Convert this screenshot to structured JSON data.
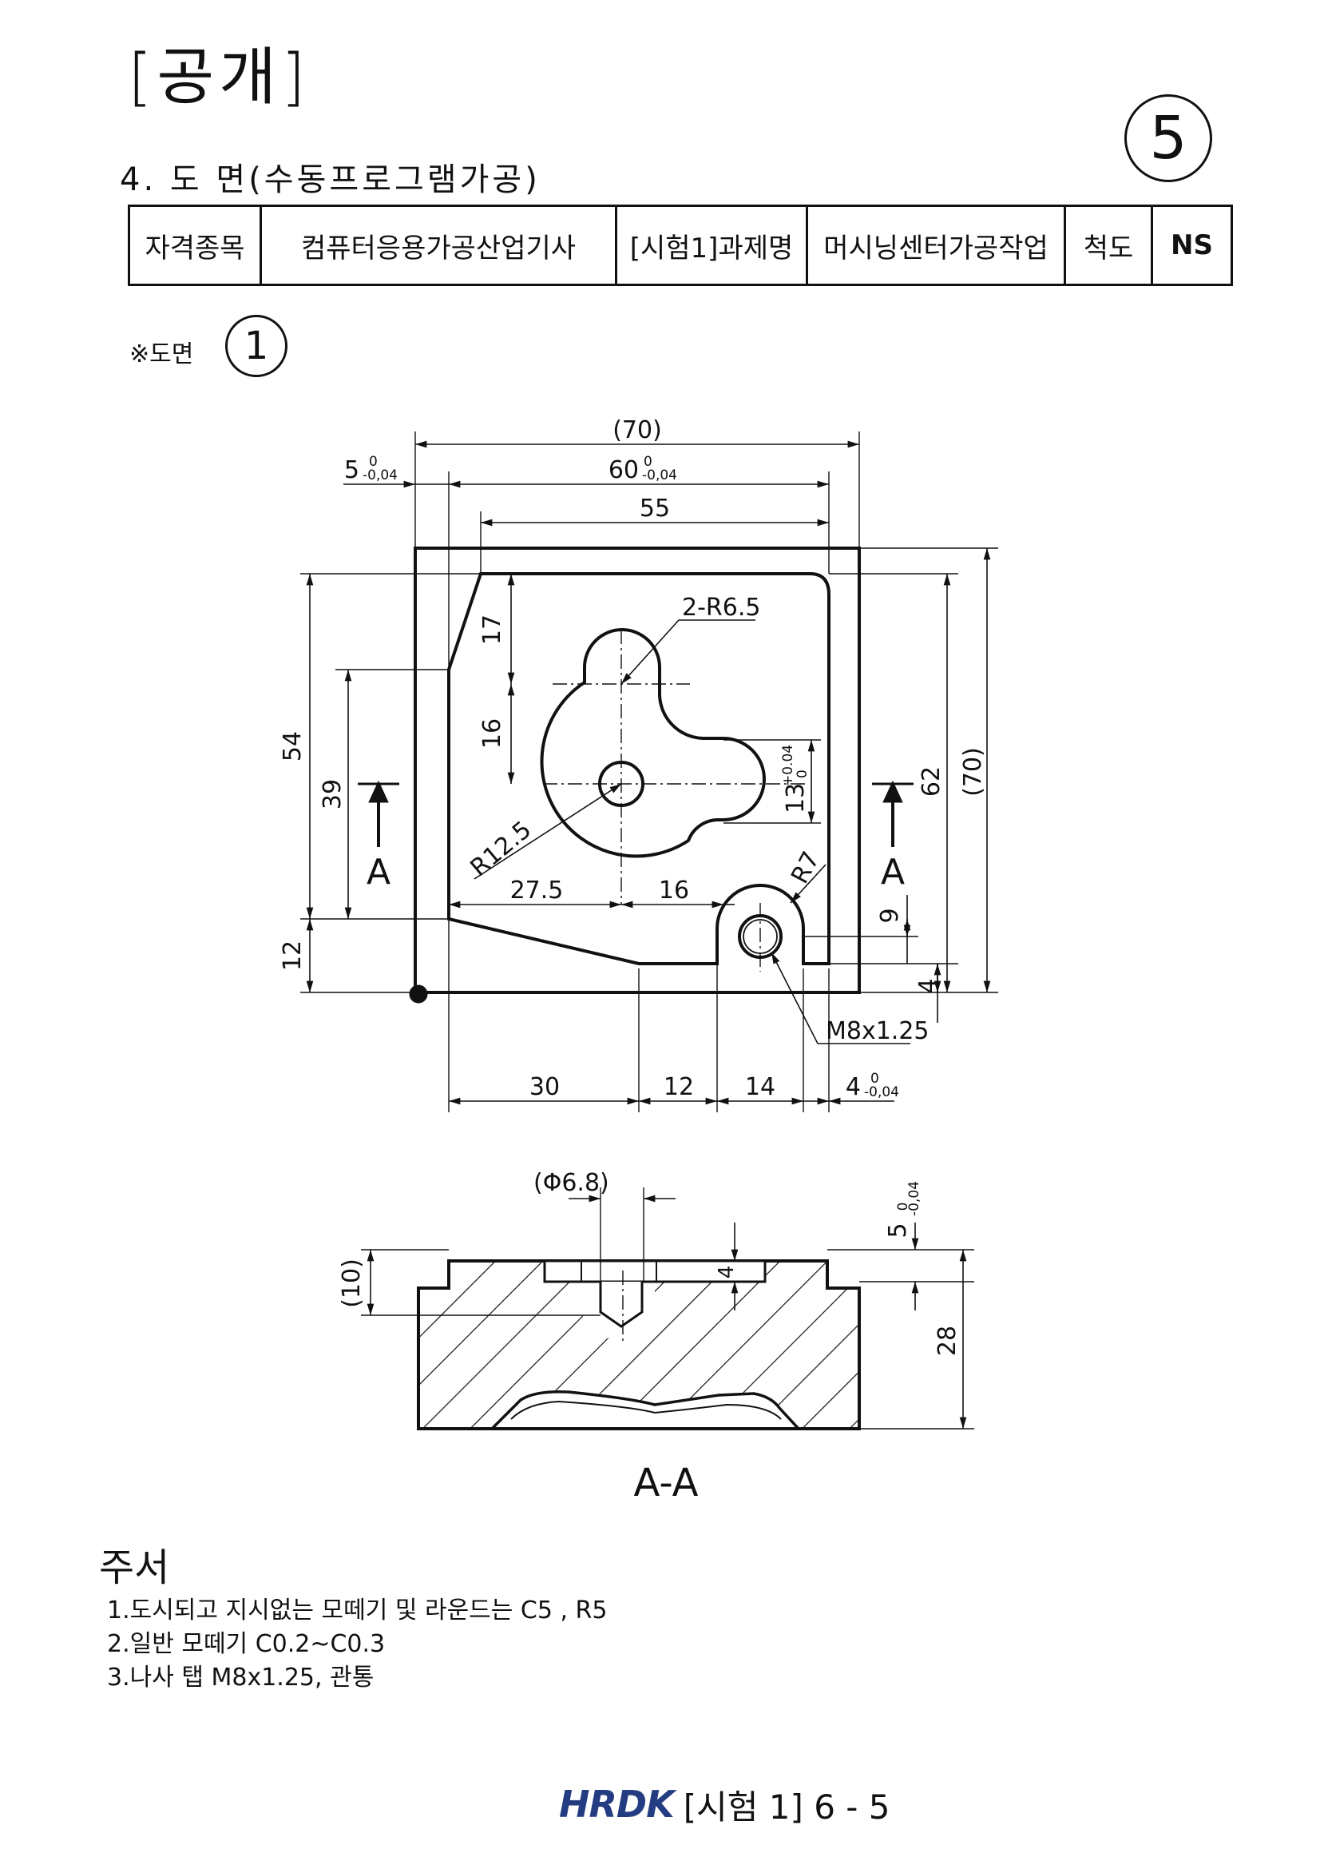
{
  "header": {
    "title": "[공개]",
    "section": "4. 도 면(수동프로그램가공)",
    "page_circle": "5"
  },
  "info_table": {
    "cells": [
      "자격종목",
      "컴퓨터응용가공산업기사",
      "[시험1]과제명",
      "머시닝센터가공작업",
      "척도",
      "NS"
    ]
  },
  "drawing": {
    "label": "※도면",
    "number": "1",
    "plan_dims": {
      "d70_top": "(70)",
      "d60": "60",
      "d60_tol": "-0,04",
      "d60_tol_up": "0",
      "d5": "5",
      "d5_tol": "-0,04",
      "d5_tol_up": "0",
      "d55": "55",
      "d54": "54",
      "d39": "39",
      "d12": "12",
      "d17": "17",
      "d16v": "16",
      "r65": "2-R6.5",
      "r125": "R12.5",
      "d275": "27.5",
      "d16h": "16",
      "r7": "R7",
      "d13": "13",
      "d13_tol_up": "+0.04",
      "d13_tol_low": "0",
      "d62": "62",
      "d70_right": "(70)",
      "d9": "9",
      "d4": "4",
      "m8": "M8x1.25",
      "d30": "30",
      "d12b": "12",
      "d14": "14",
      "d4b": "4",
      "d4b_tol": "-0,04",
      "d4b_tol_up": "0",
      "section_mark": "A"
    },
    "section_dims": {
      "phi": "(Φ6.8)",
      "d5": "5",
      "d5_tol": "-0,04",
      "d5_tol_up": "0",
      "d4": "4",
      "d10": "(10)",
      "d28": "28",
      "caption": "A-A"
    }
  },
  "notes": {
    "title": "주서",
    "items": [
      "1.도시되고 지시없는 모떼기 및 라운드는 C5 , R5",
      "2.일반 모떼기 C0.2~C0.3",
      "3.나사 탭 M8x1.25, 관통"
    ]
  },
  "footer": {
    "logo": "HRDK",
    "page": "[시험 1] 6 - 5"
  }
}
